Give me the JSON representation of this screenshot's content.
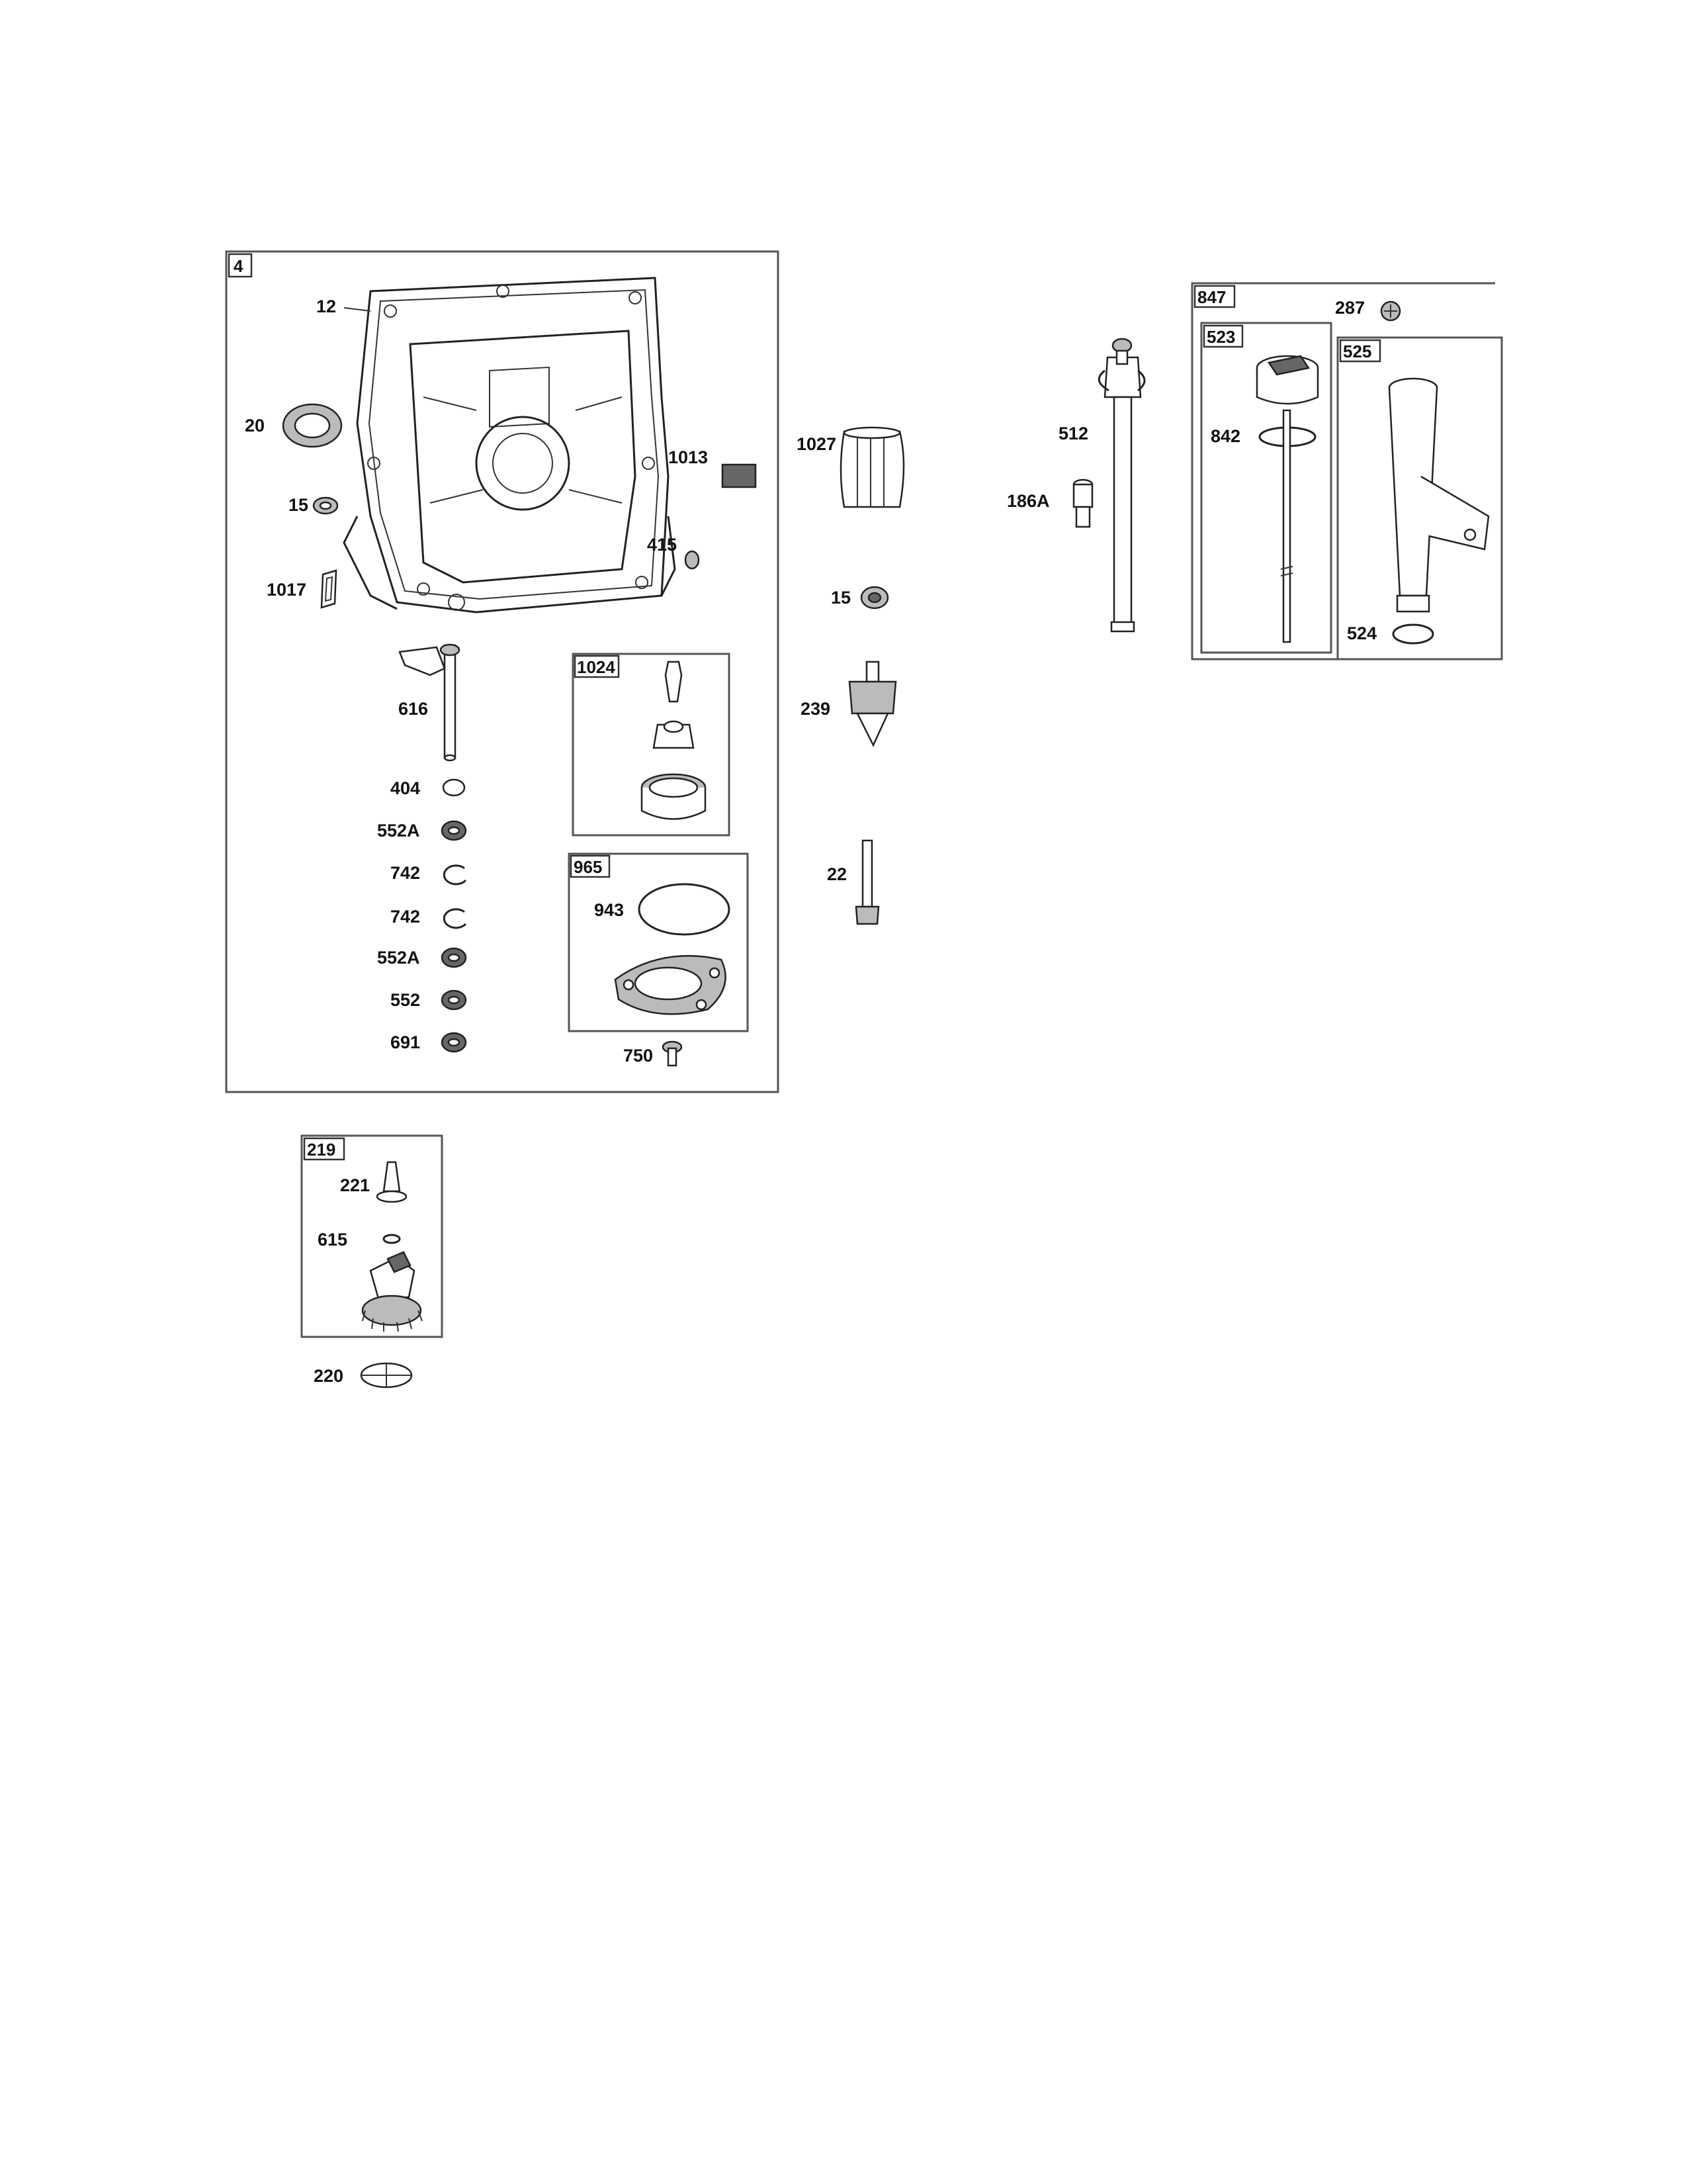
{
  "labels": {
    "b4": "4",
    "p12": "12",
    "p20": "20",
    "p15a": "15",
    "p1017": "1017",
    "p1013": "1013",
    "p415": "415",
    "p1027": "1027",
    "p15b": "15",
    "p616": "616",
    "p404": "404",
    "p552a1": "552A",
    "p742a": "742",
    "p742b": "742",
    "p552a2": "552A",
    "p552": "552",
    "p691": "691",
    "b1024": "1024",
    "b965": "965",
    "p943": "943",
    "p750": "750",
    "p239": "239",
    "p22": "22",
    "p512": "512",
    "p186a": "186A",
    "b847": "847",
    "p287": "287",
    "b523": "523",
    "p842": "842",
    "b525": "525",
    "p524": "524",
    "b219": "219",
    "p221": "221",
    "p615": "615",
    "p220": "220"
  }
}
